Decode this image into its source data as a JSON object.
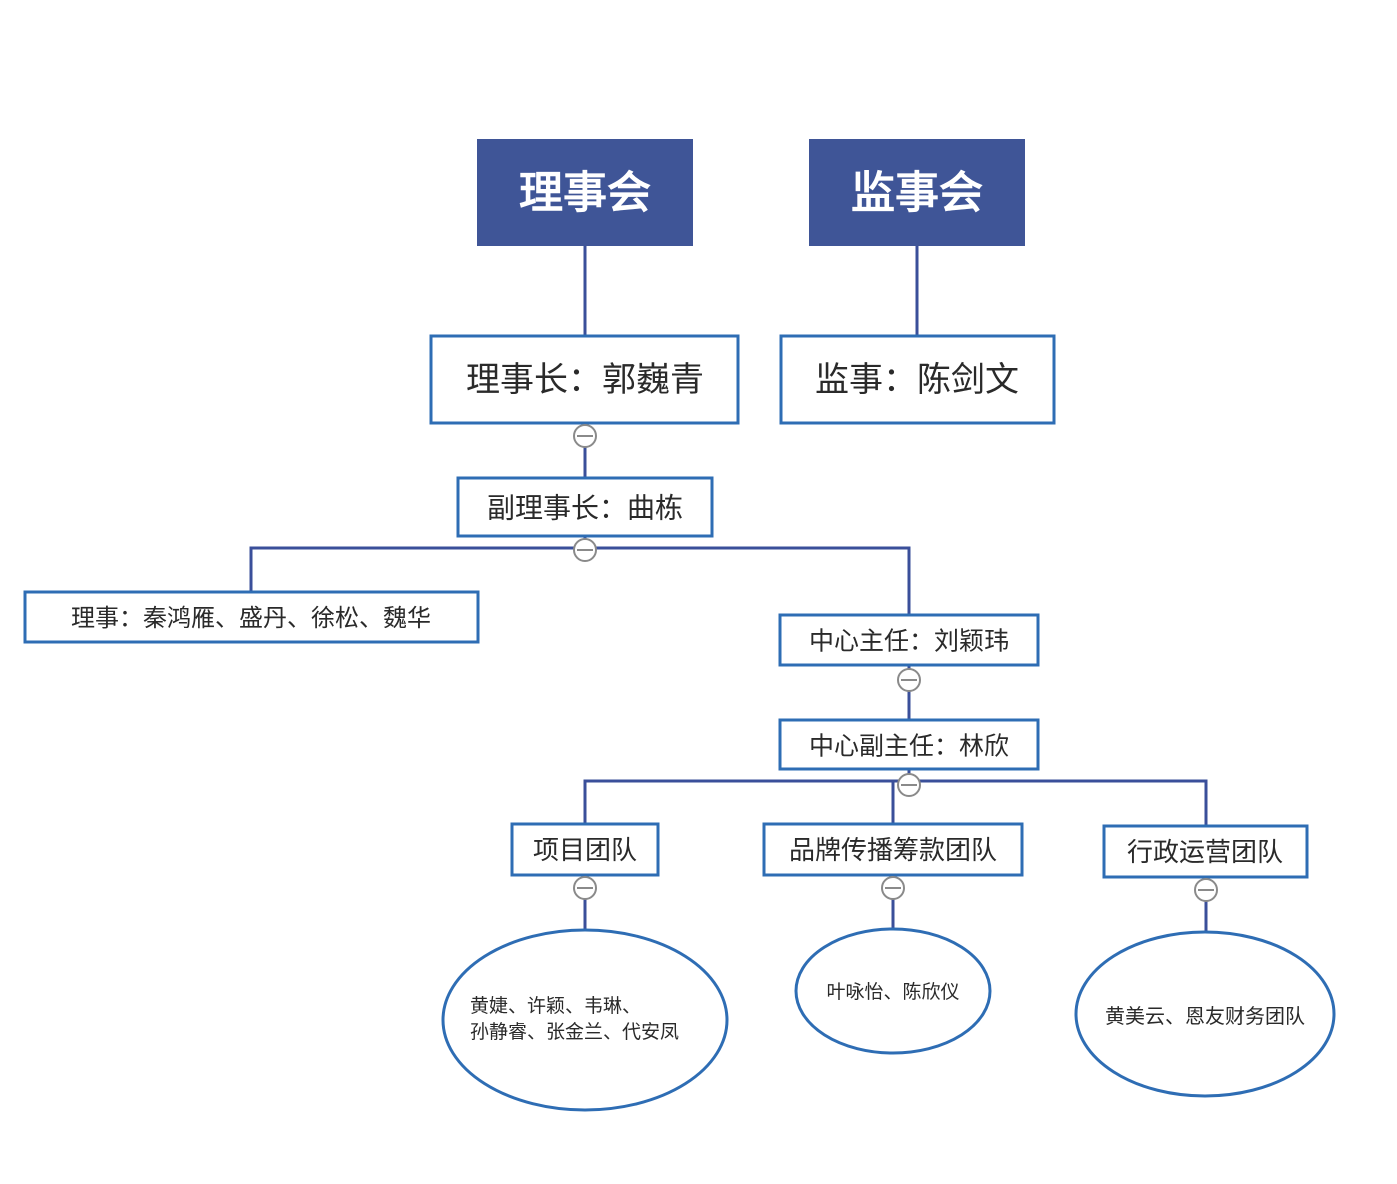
{
  "colors": {
    "header_fill": "#3F5597",
    "border": "#2E6DB4",
    "connector": "#3A4F9A",
    "collapse_toggle": "#8A8A8A",
    "text": "#2A2A2A"
  },
  "headers": {
    "board": "理事会",
    "supervisory": "监事会"
  },
  "nodes": {
    "chairman": "理事长：郭巍青",
    "supervisor": "监事：陈剑文",
    "vice_chairman": "副理事长：曲栋",
    "directors": "理事：秦鸿雁、盛丹、徐松、魏华",
    "center_director": "中心主任：刘颖玮",
    "deputy_director": "中心副主任：林欣",
    "project_team": "项目团队",
    "brand_team": "品牌传播筹款团队",
    "admin_team": "行政运营团队"
  },
  "members": {
    "project_line1": "黄婕、许颖、韦琳、",
    "project_line2": "孙静睿、张金兰、代安凤",
    "brand": "叶咏怡、陈欣仪",
    "admin": "黄美云、恩友财务团队"
  },
  "icons": {
    "collapse": "collapse-minus-icon"
  }
}
